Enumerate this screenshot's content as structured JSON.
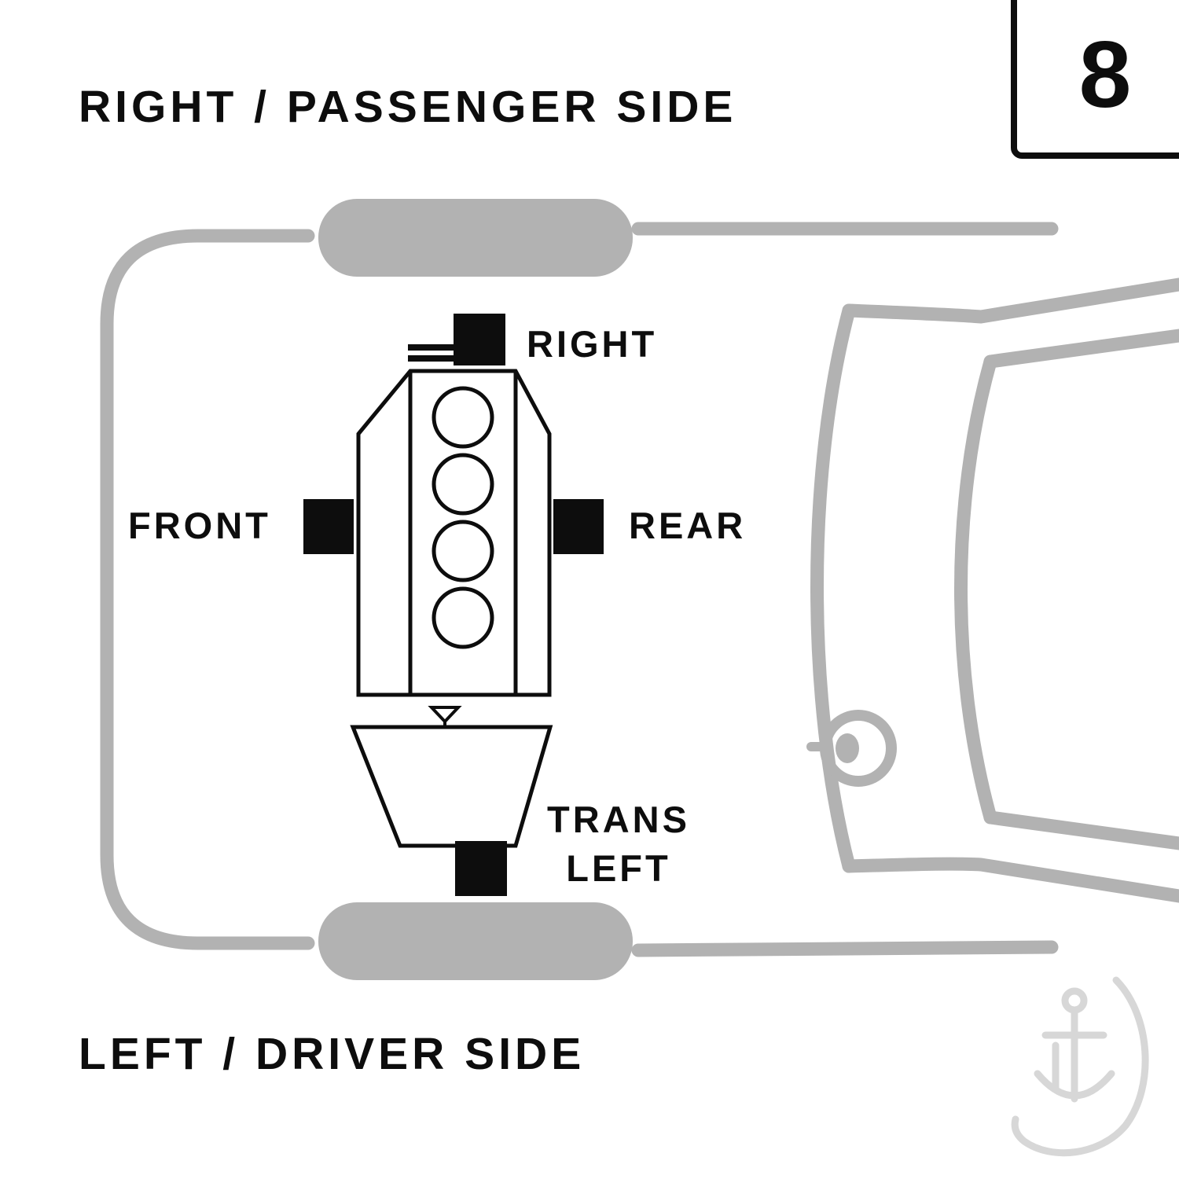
{
  "diagram": {
    "orientation_top_label": "RIGHT / PASSENGER SIDE",
    "orientation_bottom_label": "LEFT / DRIVER SIDE",
    "figure_number": "8",
    "mount_labels": {
      "right": "RIGHT",
      "front": "FRONT",
      "rear": "REAR",
      "trans_left_line1": "TRANS",
      "trans_left_line2": "LEFT"
    },
    "engine": {
      "cylinder_count": 4,
      "view": "top"
    }
  },
  "colors": {
    "background": "#ffffff",
    "car_outline_gray": "#b2b2b2",
    "diagram_black": "#0d0d0d",
    "watermark_gray": "#d7d7d7"
  },
  "icons": {
    "watermark": "anchor-logo"
  }
}
